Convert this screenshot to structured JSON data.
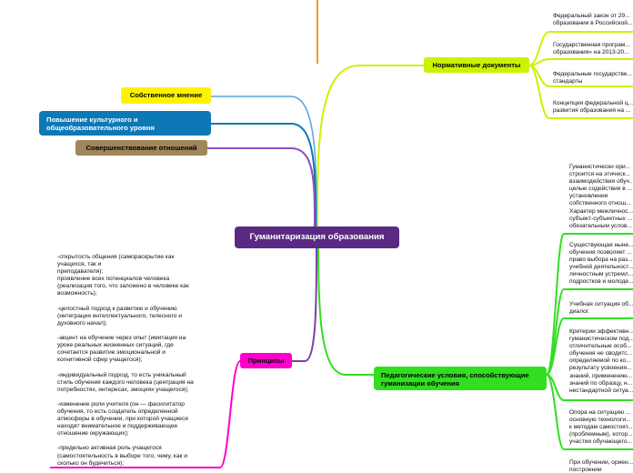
{
  "center": {
    "label": "Гуманитаризация образования"
  },
  "branches": {
    "normative_docs": {
      "label": "Нормативные документы",
      "items": [
        "Федеральный закон от 29...\nобразовании в Российской...",
        "Государственная програм...\nобразования» на 2013-20...",
        "Федеральные государстве...\nстандарты",
        "Концепция федеральной ц...\nразвития образования на ..."
      ]
    },
    "own_opinion": {
      "label": "Собственное мнение"
    },
    "culture": {
      "label": "Повышение культурного и\nобщеобразовательного уровня"
    },
    "relations": {
      "label": "Совершенствование отношений"
    },
    "principles": {
      "label": "Принципы",
      "text": "-открытость общения (самораскрытие как\nучащихся, так и\nпреподавателя);\nпроявление всех потенциалов человека\n(реализация того, что заложено в человеке как\nвозможность);\n\n-целостный подход к развитию и обучению\n(интеграция интеллектуального, телесного и\nдуховного начал);\n\n-акцент на обучение через опыт (имитация на\nуроке реальных жизненных ситуаций, где\nсочетается развитие эмоциональной и\nкогнитивной сфер учащегося);\n\n-индивидуальный подход, то есть уникальный\nстиль обучения каждого человека (центрация на\nпотребностях, интересах, эмоциях учащегося);\n\n-изменение роли учителя (он — фасилитатор\nобучения, то есть создатель определенной\nатмосферы в обучении, при которой учащиеся\nнаходят внимательное и поддерживающее\nотношение окружающих);\n\n-предельно активная роль учащегося\n(самостоятельность в выборе того, чему, как и\nсколько он будечиться);"
    },
    "ped_conditions": {
      "label": "Педагогические условия, способствующие\nгуманизации обучения",
      "items": [
        "Гуманистически ори...\nстроится на этическ...\nвзаимодействия обуч...\nцелью содействия в ...\nустановлении\nсобственного отнош...\nХарактер межличнос...\nсубъект-субъектных ...\nобязательным услов...",
        "Существующая ныне...\nобучения позволяет ...\nправо выбора на раз...\nучебной деятельност...\nличностным устремл...\nподростков и молоде...",
        "Учебная ситуация об...\nдиалог.",
        "Критерии эффективн...\nгуманистическом под...\nотличительные особ...\nобучения не сводитс...\nопределяемой по ко...\nрезультату усвоения...\nзнаний, применению...\nзнаний по образцу, н...\nнестандартной ситуа...",
        "Опора на ситуацию ...\nосновную технологи...\nк методам самостоят...\n(проблемным), котор...\nучастии обучающего...",
        "При обучении, ориен...\nпостроении"
      ]
    }
  },
  "colors": {
    "center": "#5a2a82",
    "normative_docs": "#ccf200",
    "own_opinion": "#fff200",
    "culture": "#0d78b6",
    "relations": "#a0865b",
    "principles": "#ff00cc",
    "ped_conditions": "#33dd22",
    "top_line": "#f29a1f"
  }
}
